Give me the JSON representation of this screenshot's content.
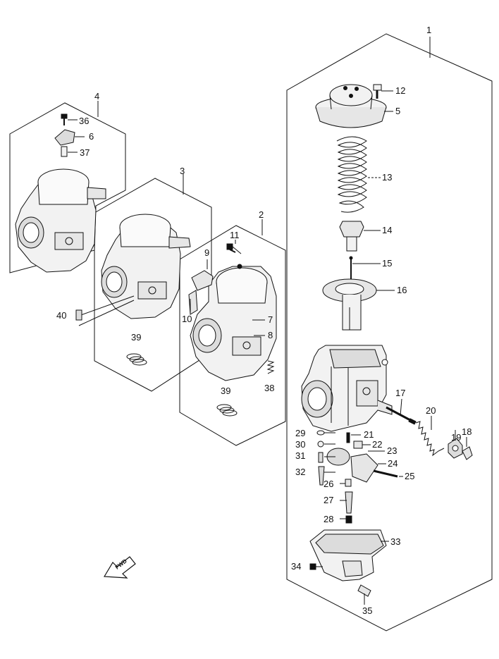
{
  "diagram": {
    "callouts": [
      {
        "id": "c1",
        "text": "1"
      },
      {
        "id": "c2",
        "text": "2"
      },
      {
        "id": "c3",
        "text": "3"
      },
      {
        "id": "c4",
        "text": "4"
      },
      {
        "id": "c5",
        "text": "5"
      },
      {
        "id": "c6",
        "text": "6"
      },
      {
        "id": "c7",
        "text": "7"
      },
      {
        "id": "c8",
        "text": "8"
      },
      {
        "id": "c9",
        "text": "9"
      },
      {
        "id": "c10",
        "text": "10"
      },
      {
        "id": "c11",
        "text": "11"
      },
      {
        "id": "c12",
        "text": "12"
      },
      {
        "id": "c13",
        "text": "13"
      },
      {
        "id": "c14",
        "text": "14"
      },
      {
        "id": "c15",
        "text": "15"
      },
      {
        "id": "c16",
        "text": "16"
      },
      {
        "id": "c17",
        "text": "17"
      },
      {
        "id": "c18",
        "text": "18"
      },
      {
        "id": "c19",
        "text": "19"
      },
      {
        "id": "c20",
        "text": "20"
      },
      {
        "id": "c21",
        "text": "21"
      },
      {
        "id": "c22",
        "text": "22"
      },
      {
        "id": "c23",
        "text": "23"
      },
      {
        "id": "c24",
        "text": "24"
      },
      {
        "id": "c25",
        "text": "25"
      },
      {
        "id": "c26",
        "text": "26"
      },
      {
        "id": "c27",
        "text": "27"
      },
      {
        "id": "c28",
        "text": "28"
      },
      {
        "id": "c29",
        "text": "29"
      },
      {
        "id": "c30",
        "text": "30"
      },
      {
        "id": "c31",
        "text": "31"
      },
      {
        "id": "c32",
        "text": "32"
      },
      {
        "id": "c33",
        "text": "33"
      },
      {
        "id": "c34",
        "text": "34"
      },
      {
        "id": "c35",
        "text": "35"
      },
      {
        "id": "c36",
        "text": "36"
      },
      {
        "id": "c37",
        "text": "37"
      },
      {
        "id": "c38",
        "text": "38"
      },
      {
        "id": "c39a",
        "text": "39"
      },
      {
        "id": "c39b",
        "text": "39"
      },
      {
        "id": "c40",
        "text": "40"
      }
    ],
    "fwd_label": "FWD",
    "colors": {
      "line": "#111111",
      "part_fill": "#f2f2f2",
      "part_shade": "#9a9a9a",
      "background": "#ffffff"
    }
  }
}
